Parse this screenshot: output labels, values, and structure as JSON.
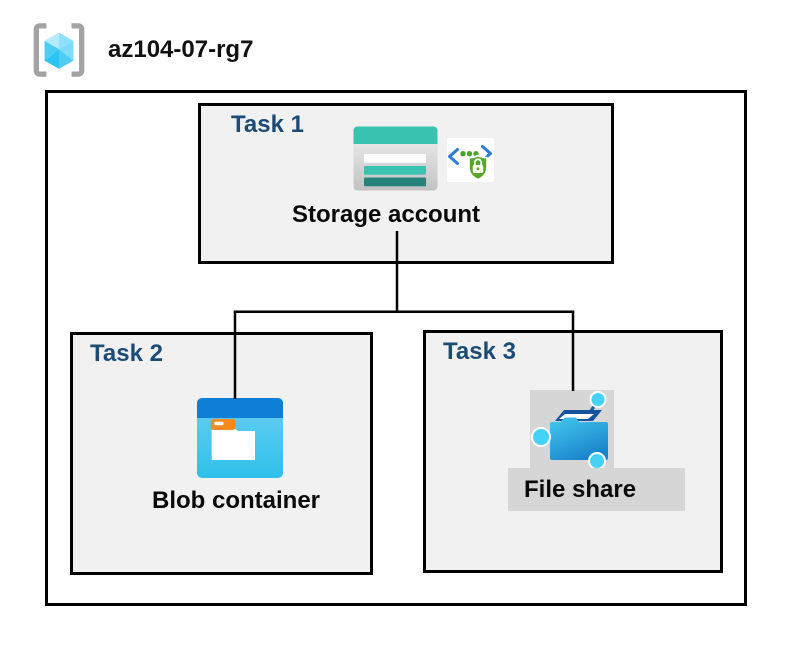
{
  "title": "az104-07-rg7",
  "tasks": [
    {
      "label": "Task 1",
      "item": "Storage account"
    },
    {
      "label": "Task 2",
      "item": "Blob container"
    },
    {
      "label": "Task 3",
      "item": "File share"
    }
  ],
  "icons": {
    "header": "resource-group-icon",
    "task1": [
      "storage-account-icon",
      "code-shield-lock-icon"
    ],
    "task2": [
      "blob-container-icon"
    ],
    "task3": [
      "file-share-icon"
    ]
  },
  "colors": {
    "task_label": "#1c4b75",
    "box_background": "#f1f1f1",
    "box_border": "#000000",
    "highlight_gray": "#d6d6d6",
    "storage_teal": "#3bc3b1",
    "storage_teal_dark": "#27837a",
    "blob_top_blue": "#0f7ed7",
    "blob_body_cyan": "#35c2ea",
    "folder_tab_orange": "#f68c1f",
    "file_share_blue": "#1b85cc",
    "node_cyan": "#44d2f7",
    "chevron_blue": "#2e7cd6",
    "dot_green": "#4da32f",
    "shield_green": "#58a62a",
    "cube_light": "#b5ebfc",
    "cube_mid": "#4ecdf4",
    "bracket_gray": "#a3a3a3"
  }
}
